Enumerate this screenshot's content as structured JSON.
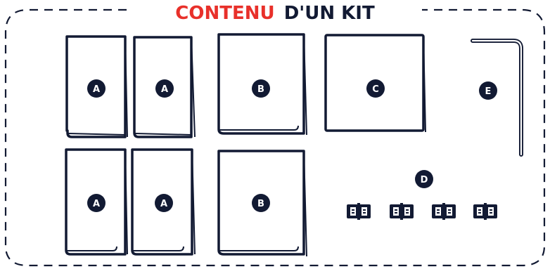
{
  "title": {
    "part1": "CONTENU",
    "part2": "D'UN KIT",
    "color_part1": "#e8302a",
    "color_part2": "#121a33"
  },
  "colors": {
    "ink": "#121a33",
    "dashed_border": "#121a33",
    "badge_text": "#ffffff"
  },
  "pieces": [
    {
      "id": "A",
      "label": "A",
      "shape": "panel-a"
    },
    {
      "id": "A",
      "label": "A",
      "shape": "panel-a"
    },
    {
      "id": "A",
      "label": "A",
      "shape": "panel-a"
    },
    {
      "id": "A",
      "label": "A",
      "shape": "panel-a"
    },
    {
      "id": "B",
      "label": "B",
      "shape": "panel-b"
    },
    {
      "id": "B",
      "label": "B",
      "shape": "panel-b"
    },
    {
      "id": "C",
      "label": "C",
      "shape": "panel-c"
    },
    {
      "id": "D",
      "label": "D",
      "shape": "connector-clips",
      "count": 4
    },
    {
      "id": "E",
      "label": "E",
      "shape": "allen-key"
    }
  ]
}
